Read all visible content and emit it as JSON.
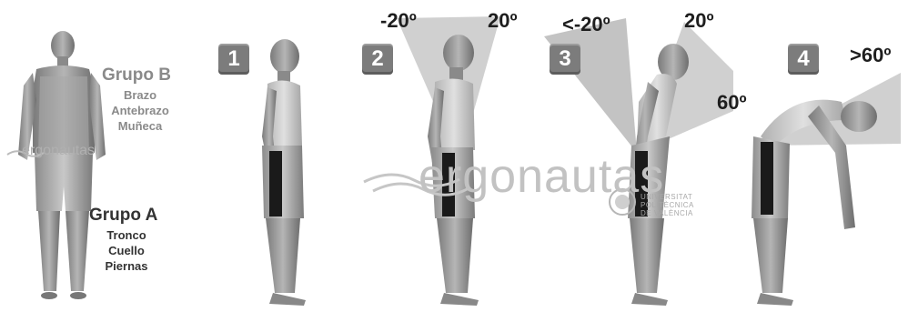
{
  "group_b": {
    "title": "Grupo B",
    "items": [
      "Brazo",
      "Antebrazo",
      "Muñeca"
    ]
  },
  "group_a": {
    "title": "Grupo A",
    "items": [
      "Tronco",
      "Cuello",
      "Piernas"
    ]
  },
  "postures": [
    {
      "number": "1",
      "angles": []
    },
    {
      "number": "2",
      "angles": [
        "-20º",
        "20º"
      ]
    },
    {
      "number": "3",
      "angles": [
        "<-20º",
        "20º",
        "60º"
      ]
    },
    {
      "number": "4",
      "angles": [
        ">60º"
      ]
    }
  ],
  "watermark": {
    "brand": "ergonautas",
    "university_line1": "UNIVERSITAT",
    "university_line2": "POLITÈCNICA",
    "university_line3": "DE VALÈNCIA"
  },
  "colors": {
    "badge": "#7c7c7c",
    "sector": "#c8c8c8",
    "figure": "#9a9a9a",
    "shorts": "#1a1a1a"
  }
}
